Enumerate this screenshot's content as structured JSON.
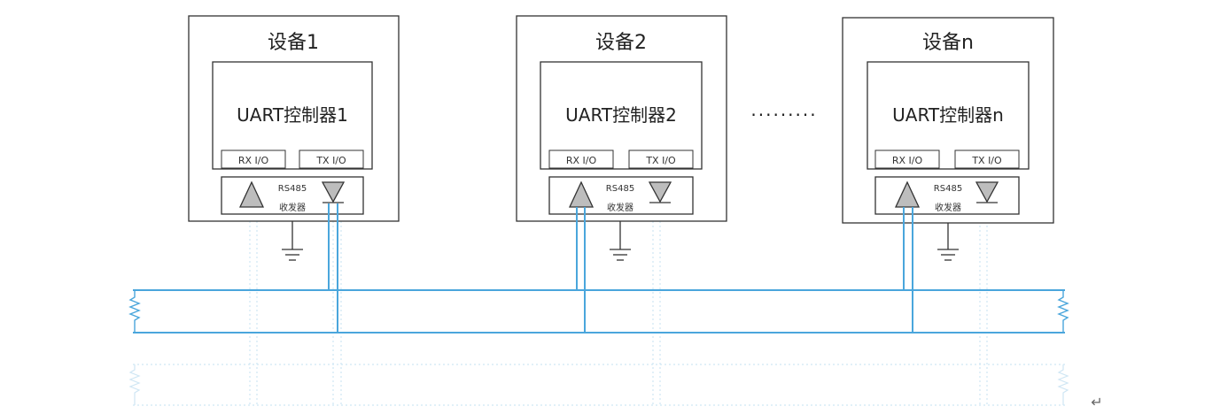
{
  "devices": [
    {
      "title": "设备1",
      "controller": "UART控制器1",
      "rx_port": "RX I/O",
      "tx_port": "TX I/O",
      "transceiver_line1": "RS485",
      "transceiver_line2": "收发器"
    },
    {
      "title": "设备2",
      "controller": "UART控制器2",
      "rx_port": "RX I/O",
      "tx_port": "TX I/O",
      "transceiver_line1": "RS485",
      "transceiver_line2": "收发器"
    },
    {
      "title": "设备n",
      "controller": "UART控制器n",
      "rx_port": "RX I/O",
      "tx_port": "TX I/O",
      "transceiver_line1": "RS485",
      "transceiver_line2": "收发器"
    }
  ],
  "ellipsis": "·········",
  "return_mark": "↵",
  "colors": {
    "bus": "#4aa6dc",
    "outline": "#333333",
    "buffer_fill": "#bdbdbd"
  }
}
